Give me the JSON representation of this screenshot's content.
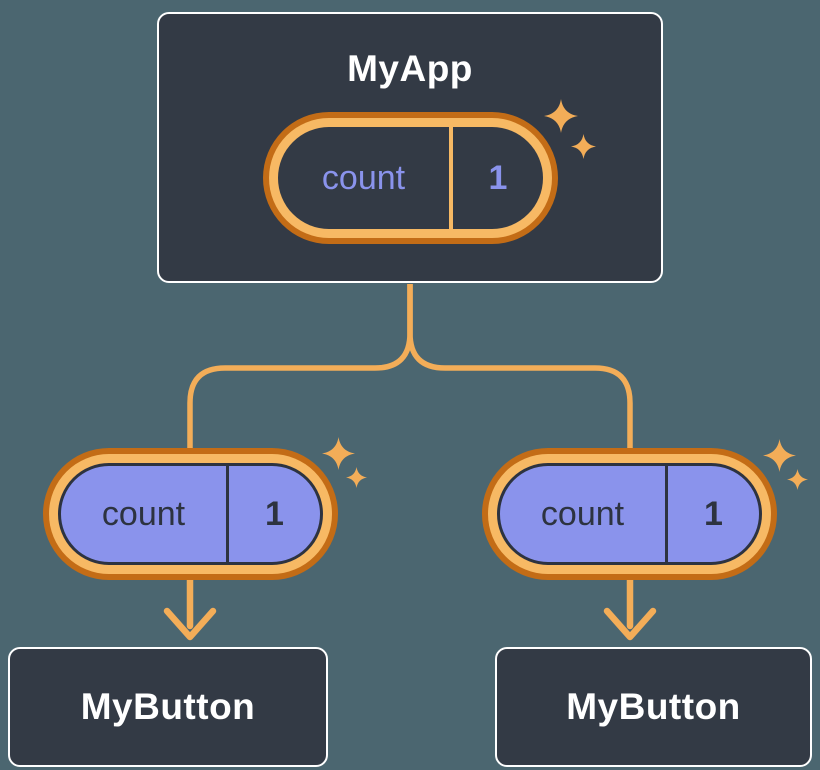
{
  "diagram": {
    "root": {
      "title": "MyApp",
      "state": {
        "key": "count",
        "value": "1"
      }
    },
    "children": [
      {
        "title": "MyButton",
        "state": {
          "key": "count",
          "value": "1"
        }
      },
      {
        "title": "MyButton",
        "state": {
          "key": "count",
          "value": "1"
        }
      }
    ]
  },
  "colors": {
    "bg": "#4b6670",
    "box_bg": "#333a45",
    "box_border": "#ffffff",
    "ring_outer": "#c36c16",
    "ring_inner": "#f7b964",
    "line_orange": "#f3ad58",
    "pill_purple": "#8a93ec",
    "ink_dark": "#2d3340",
    "ink_light": "#ffffff"
  },
  "icons": {
    "sparkle": "sparkle-icon"
  }
}
